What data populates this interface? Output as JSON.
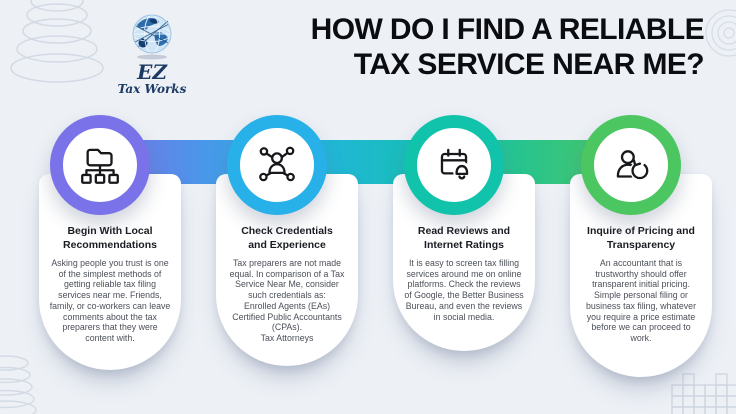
{
  "brand": {
    "name": "EZ",
    "tagline": "Tax Works"
  },
  "title": {
    "line1": "HOW DO I FIND A RELIABLE",
    "line2": "TAX SERVICE NEAR ME?"
  },
  "steps": [
    {
      "color": "#7a72e9",
      "icon": "folder-hierarchy-icon",
      "title_line1": "Begin With Local",
      "title_line2": "Recommendations",
      "body": "Asking people you trust is one of the simplest methods of getting reliable tax filing services near me. Friends, family, or co-workers can leave comments about the tax preparers that they were content with."
    },
    {
      "color": "#28b1e9",
      "icon": "person-network-icon",
      "title_line1": "Check Credentials",
      "title_line2": "and Experience",
      "body": "Tax preparers are not made equal. In comparison of a Tax Service Near Me, consider such credentials as:\nEnrolled Agents (EAs)\nCertified Public Accountants (CPAs).\nTax Attorneys"
    },
    {
      "color": "#12c3ab",
      "icon": "calendar-bell-icon",
      "title_line1": "Read Reviews and",
      "title_line2": "Internet Ratings",
      "body": "It is easy to screen tax filling services around me on online platforms. Check the reviews of Google, the Better Business Bureau, and even the reviews in social media."
    },
    {
      "color": "#4cc661",
      "icon": "person-refresh-icon",
      "title_line1": "Inquire of Pricing and",
      "title_line2": "Transparency",
      "body": "An accountant that is trustworthy should offer transparent initial pricing. Simple personal filing or business tax filing, whatever you require a price estimate before we can proceed to work."
    }
  ],
  "colors": {
    "background": "#edf1f6",
    "card": "#ffffff",
    "icon_stroke": "#17181b",
    "decoration": "#d3dae4",
    "title_text": "#0c0d10",
    "logo_text": "#1c3a63"
  }
}
